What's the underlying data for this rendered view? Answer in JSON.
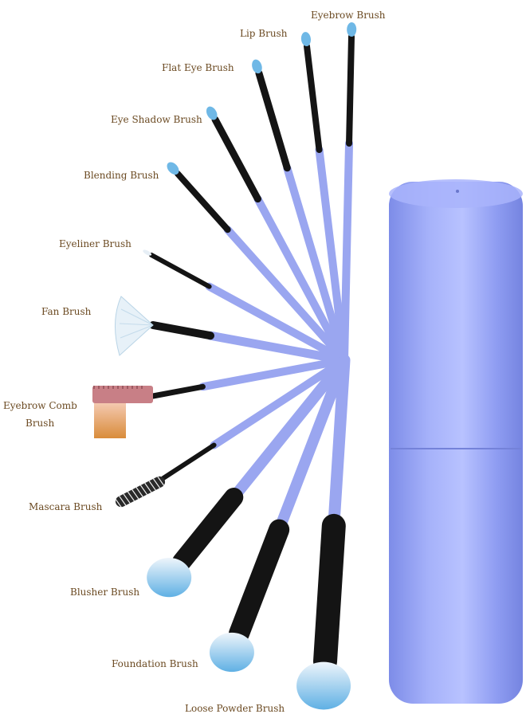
{
  "colors": {
    "handle": "#9aa6f0",
    "ferrule": "#141414",
    "bristle_tip": "#6fb8e6",
    "bristle_base": "#eef5fb",
    "case": "#8e9cf3",
    "label_text": "#6b4a22"
  },
  "labels": {
    "eyebrow_brush": "Eyebrow Brush",
    "lip_brush": "Lip Brush",
    "flat_eye_brush": "Flat Eye Brush",
    "eye_shadow_brush": "Eye Shadow Brush",
    "blending_brush": "Blending Brush",
    "eyeliner_brush": "Eyeliner Brush",
    "fan_brush": "Fan Brush",
    "eyebrow_comb_brush_line1": "Eyebrow Comb",
    "eyebrow_comb_brush_line2": "Brush",
    "mascara_brush": "Mascara Brush",
    "blusher_brush": "Blusher Brush",
    "foundation_brush": "Foundation Brush",
    "loose_powder_brush": "Loose Powder Brush"
  }
}
